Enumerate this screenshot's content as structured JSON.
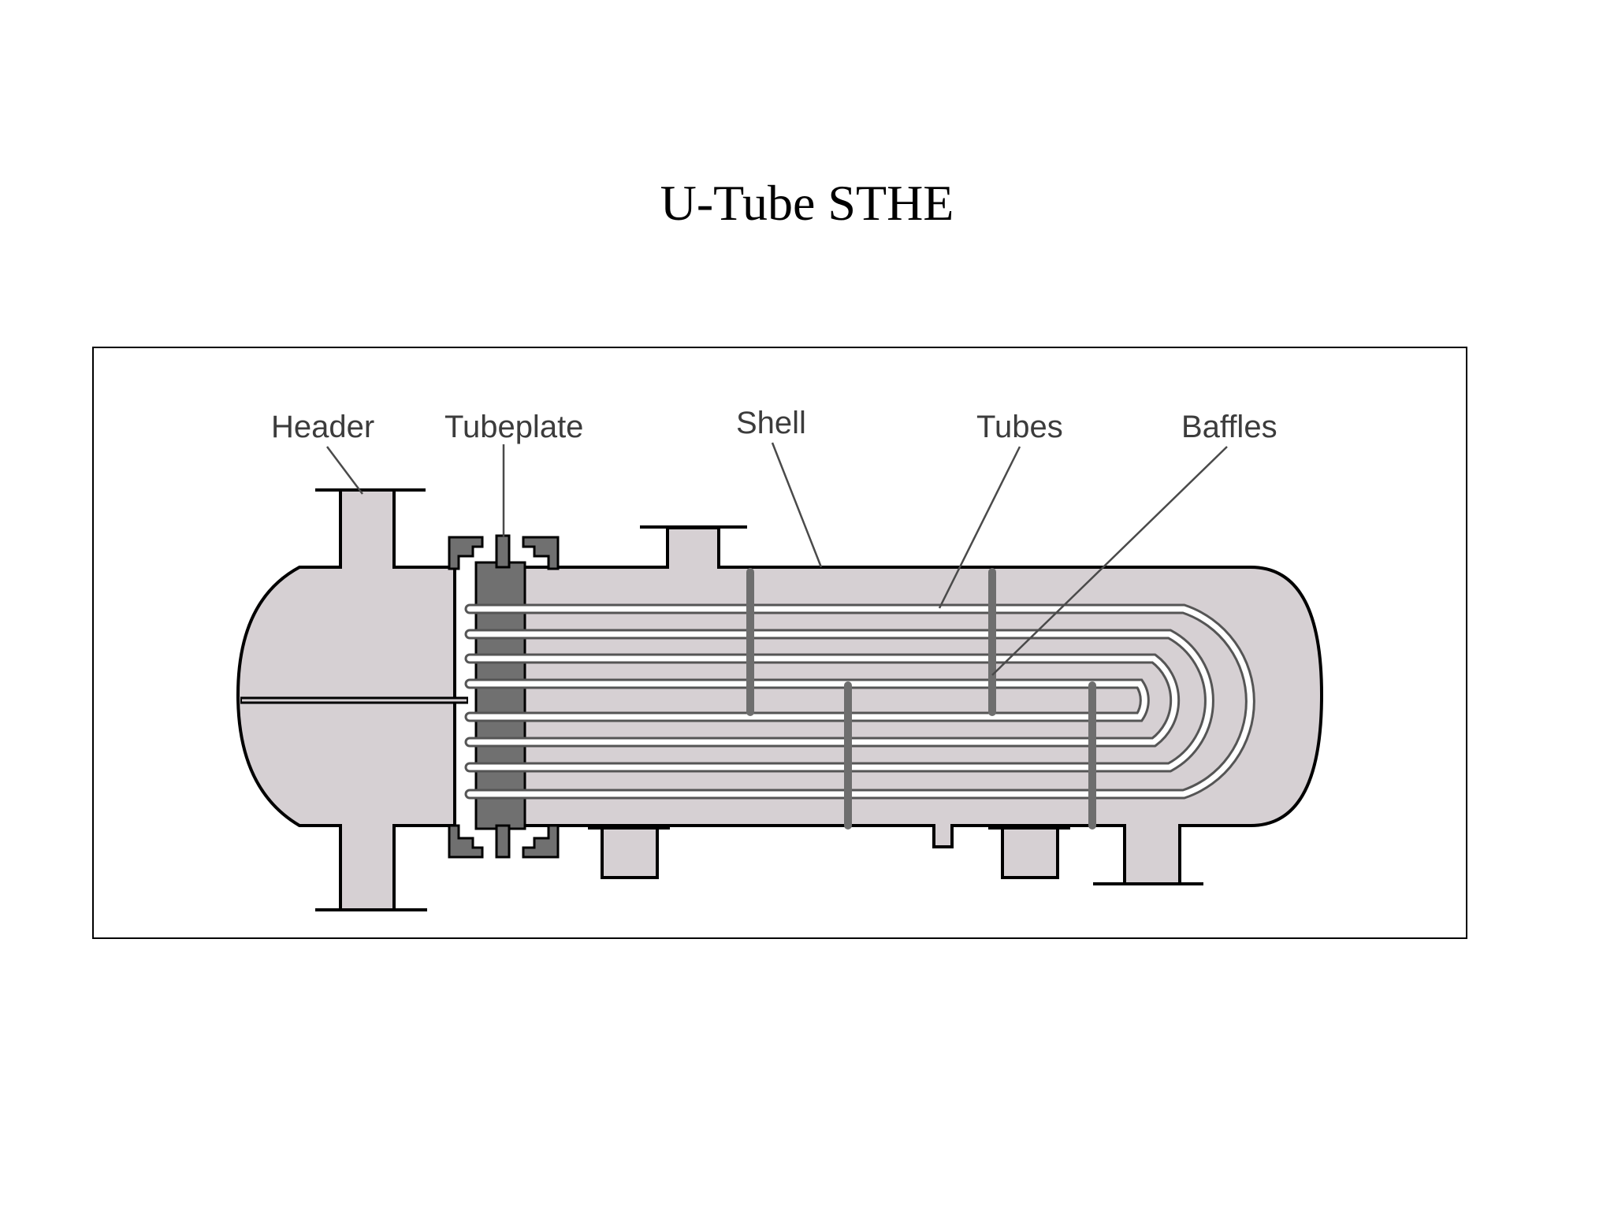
{
  "title": "U-Tube STHE",
  "diagram": {
    "labels": {
      "header": "Header",
      "tubeplate": "Tubeplate",
      "shell": "Shell",
      "tubes": "Tubes",
      "baffles": "Baffles"
    },
    "colors": {
      "body_fill": "#d6d0d3",
      "outline": "#000000",
      "tubeplate": "#707070",
      "baffle": "#6e6e6e",
      "tube": "#ffffff",
      "label_text": "#3c3c3c"
    }
  }
}
